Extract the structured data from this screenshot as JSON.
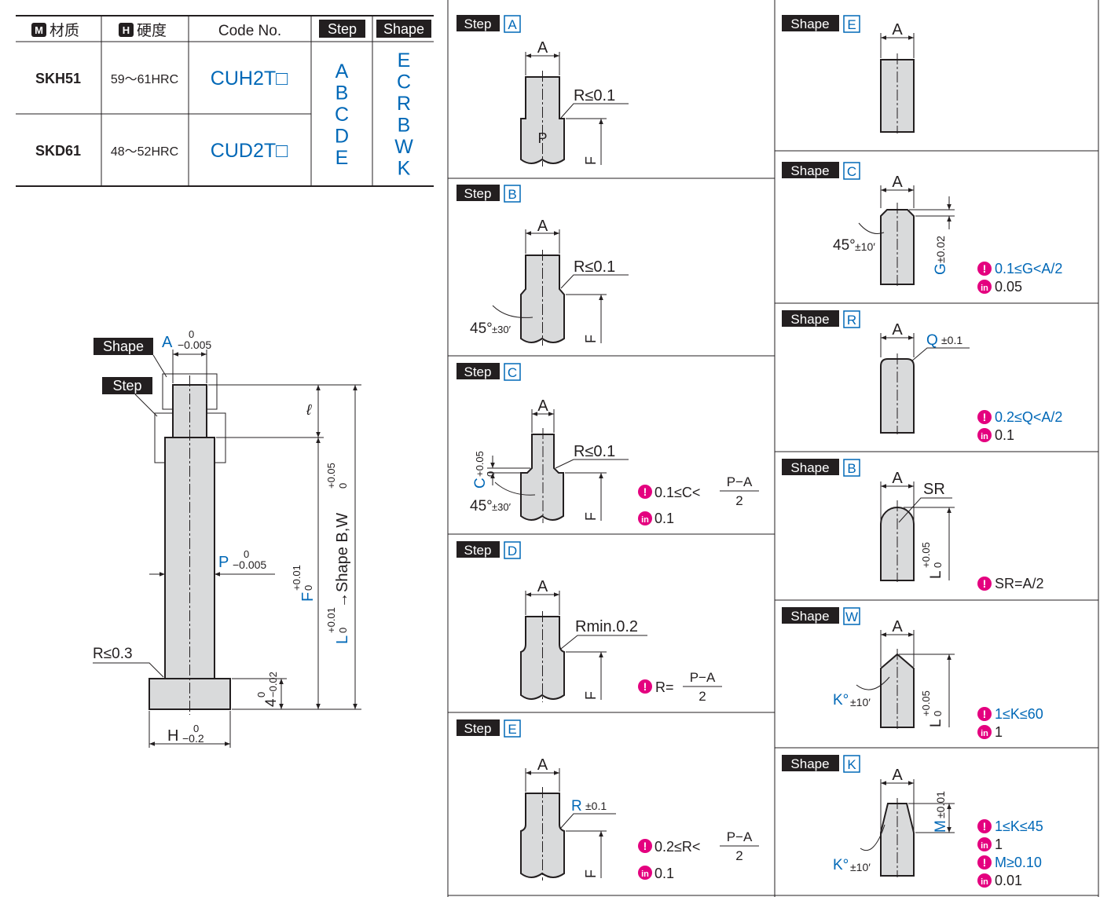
{
  "table": {
    "headers": [
      {
        "badge": "M",
        "label": "材质"
      },
      {
        "badge": "H",
        "label": "硬度"
      },
      {
        "badge": "",
        "label": "Code No."
      },
      {
        "badge": "",
        "label": "Step"
      },
      {
        "badge": "",
        "label": "Shape"
      }
    ],
    "rows": [
      {
        "material": "SKH51",
        "hardness": "59～61HRC",
        "code": "CUH2T□"
      },
      {
        "material": "SKD61",
        "hardness": "48～52HRC",
        "code": "CUD2T□"
      }
    ],
    "step_options": [
      "A",
      "B",
      "C",
      "D",
      "E"
    ],
    "shape_options": [
      "E",
      "C",
      "R",
      "B",
      "W",
      "K"
    ]
  },
  "main_drawing": {
    "shape_tag": "Shape",
    "step_tag": "Step",
    "a_label": "A",
    "a_tol_upper": "0",
    "a_tol_lower": "−0.005",
    "ell": "ℓ",
    "p_label": "P",
    "p_tol_upper": "0",
    "p_tol_lower": "−0.005",
    "r_label": "R≤0.3",
    "h_label": "H",
    "h_tol_upper": "0",
    "h_tol_lower": "−0.2",
    "head_label": "4",
    "head_tol_upper": "0",
    "head_tol_lower": "−0.02",
    "f_label": "F",
    "f_tol_upper": "+0.01",
    "f_tol_lower": "0",
    "l_label": "L",
    "l_tol_upper": "+0.01",
    "l_tol_lower": "0",
    "l_suffix": "→Shape B,W",
    "l_suffix_tol_upper": "+0.05",
    "l_suffix_tol_lower": "0"
  },
  "steps": [
    {
      "tag": "Step",
      "letter": "A",
      "a": "A",
      "r": "R≤0.1",
      "p": "P",
      "f": "F"
    },
    {
      "tag": "Step",
      "letter": "B",
      "a": "A",
      "r": "R≤0.1",
      "angle": "45°",
      "angle_tol": "±30′",
      "f": "F"
    },
    {
      "tag": "Step",
      "letter": "C",
      "a": "A",
      "r": "R≤0.1",
      "c": "C",
      "c_tol_upper": "+0.05",
      "c_tol_lower": "0",
      "angle": "45°",
      "angle_tol": "±30′",
      "f": "F",
      "cond_prefix": "0.1≤C<",
      "cond_num": "P−A",
      "cond_den": "2",
      "inc": "0.1"
    },
    {
      "tag": "Step",
      "letter": "D",
      "a": "A",
      "r": "Rmin.0.2",
      "f": "F",
      "cond_prefix": "R=",
      "cond_num": "P−A",
      "cond_den": "2"
    },
    {
      "tag": "Step",
      "letter": "E",
      "a": "A",
      "r": "R",
      "r_tol": "±0.1",
      "f": "F",
      "cond_prefix": "0.2≤R<",
      "cond_num": "P−A",
      "cond_den": "2",
      "inc": "0.1"
    }
  ],
  "shapes": [
    {
      "tag": "Shape",
      "letter": "E",
      "a": "A"
    },
    {
      "tag": "Shape",
      "letter": "C",
      "a": "A",
      "angle": "45°",
      "angle_tol": "±10′",
      "g": "G",
      "g_tol": "±0.02",
      "cond": "0.1≤G<A/2",
      "inc": "0.05"
    },
    {
      "tag": "Shape",
      "letter": "R",
      "a": "A",
      "q": "Q",
      "q_tol": "±0.1",
      "cond": "0.2≤Q<A/2",
      "inc": "0.1"
    },
    {
      "tag": "Shape",
      "letter": "B",
      "a": "A",
      "sr": "SR",
      "l": "L",
      "l_tol_upper": "+0.05",
      "l_tol_lower": "0",
      "cond": "SR=A/2"
    },
    {
      "tag": "Shape",
      "letter": "W",
      "a": "A",
      "k": "K°",
      "k_tol": "±10′",
      "l": "L",
      "l_tol_upper": "+0.05",
      "l_tol_lower": "0",
      "cond": "1≤K≤60",
      "inc": "1"
    },
    {
      "tag": "Shape",
      "letter": "K",
      "a": "A",
      "k": "K°",
      "k_tol": "±10′",
      "m": "M",
      "m_tol": "±0.01",
      "cond": "1≤K≤45",
      "inc": "1",
      "cond2": "M≥0.10",
      "inc2": "0.01"
    }
  ],
  "colors": {
    "accent": "#0068b7",
    "magenta": "#e4007f",
    "part_fill": "#d9dadb",
    "tag_bg": "#231f20"
  },
  "icons": {
    "condition": "exclamation-circle-icon",
    "increment": "in-circle-icon",
    "material": "m-badge-icon",
    "hardness": "h-badge-icon"
  }
}
